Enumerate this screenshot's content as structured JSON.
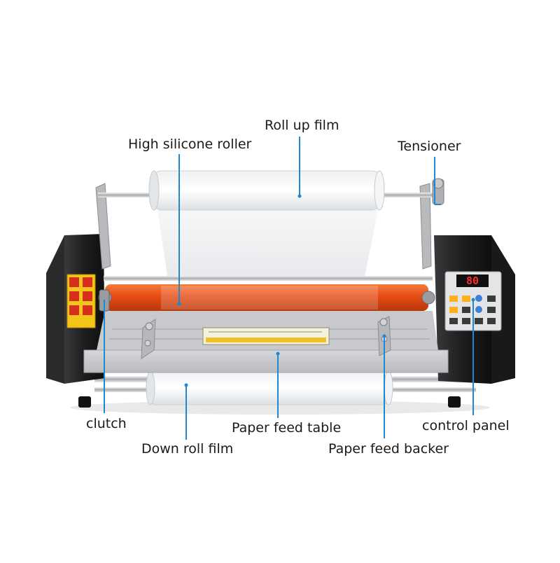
{
  "labels": {
    "roll_up_film": "Roll up film",
    "high_silicone_roller": "High silicone roller",
    "tensioner": "Tensioner",
    "clutch": "clutch",
    "paper_feed_table": "Paper feed table",
    "control_panel": "control panel",
    "down_roll_film": "Down roll film",
    "paper_feed_backer": "Paper feed backer"
  },
  "control_panel": {
    "display": "80"
  },
  "colors": {
    "leader_line": "#1e88d2",
    "heat_roller": "#e8511c",
    "machine_body": "#1e1e20",
    "display_digits": "#ff2a2a"
  }
}
